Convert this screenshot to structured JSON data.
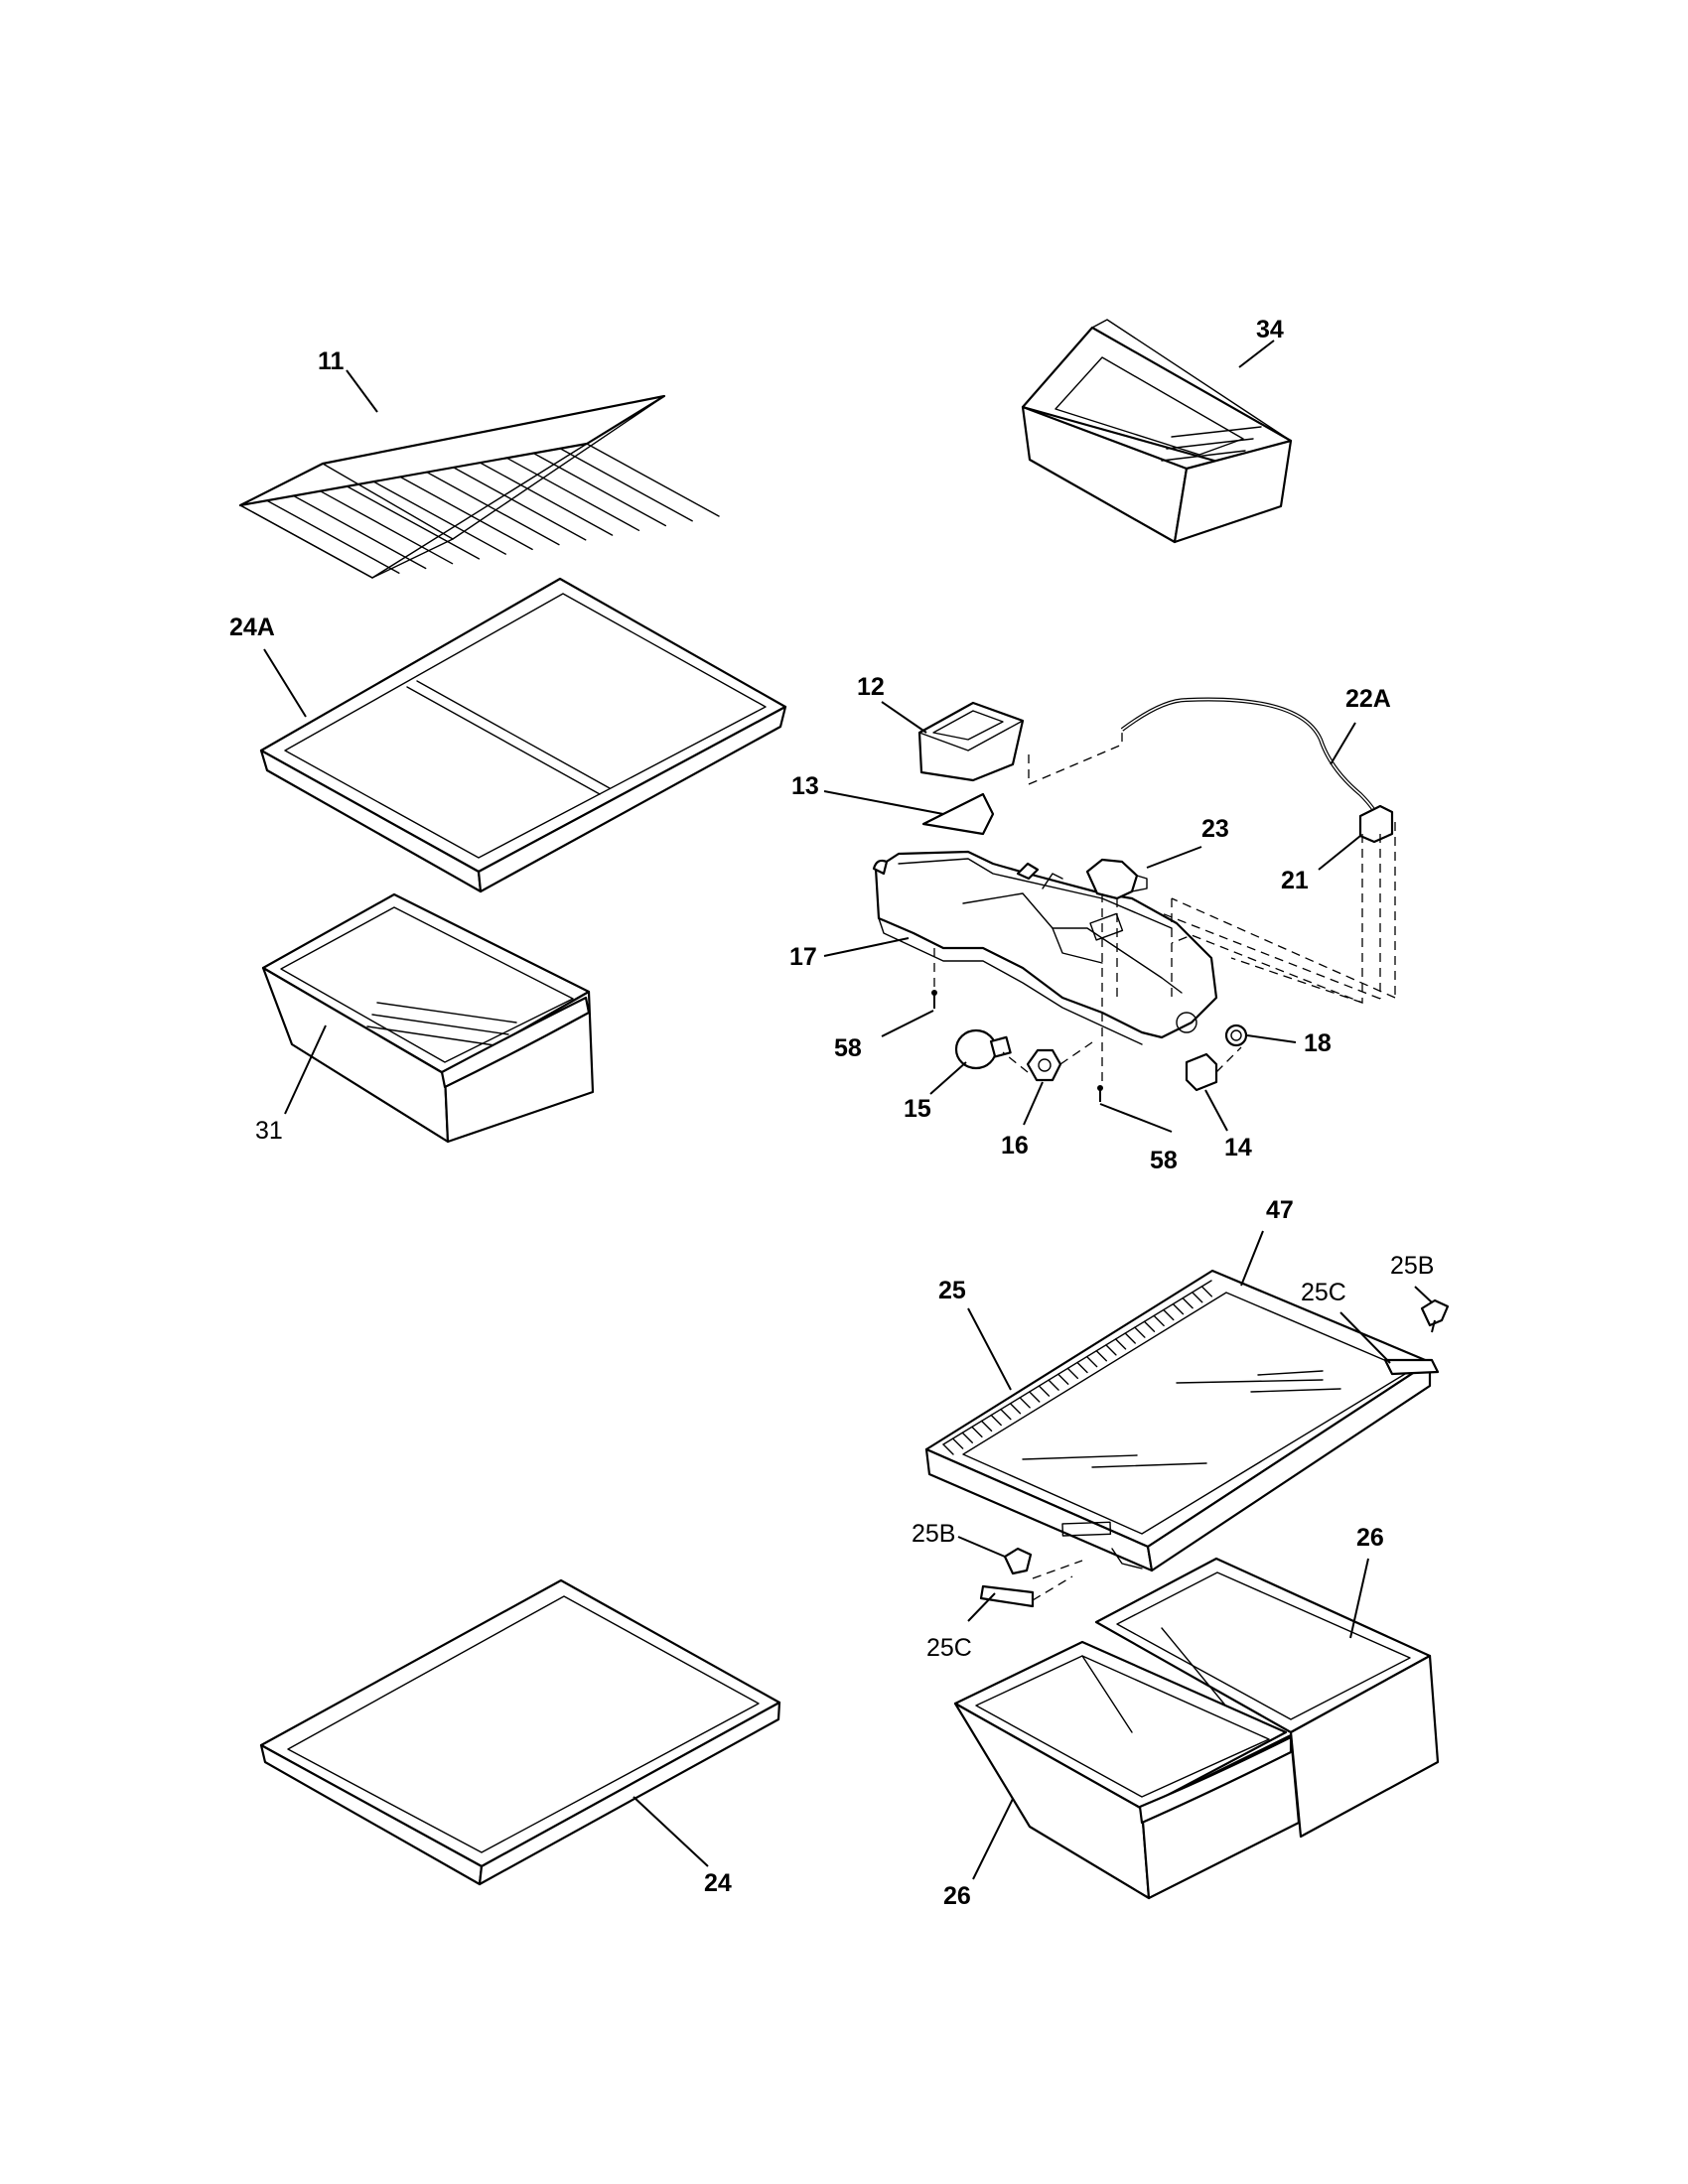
{
  "labels": {
    "l11": "11",
    "l34": "34",
    "l24A": "24A",
    "l12": "12",
    "l22A": "22A",
    "l13": "13",
    "l23": "23",
    "l21": "21",
    "l17": "17",
    "l58a": "58",
    "l18": "18",
    "l15": "15",
    "l16": "16",
    "l14": "14",
    "l58b": "58",
    "l31": "31",
    "l47": "47",
    "l25B_top": "25B",
    "l25C_top": "25C",
    "l25": "25",
    "l26_top": "26",
    "l25B_mid": "25B",
    "l25C_mid": "25C",
    "l24": "24",
    "l26_bot": "26"
  },
  "icons": [
    "wire-shelf",
    "crisper-drawer-34",
    "glass-shelf-24A",
    "light-housing",
    "pan-31",
    "crisper-cover-25",
    "crisper-drawers-26",
    "glass-shelf-24"
  ]
}
